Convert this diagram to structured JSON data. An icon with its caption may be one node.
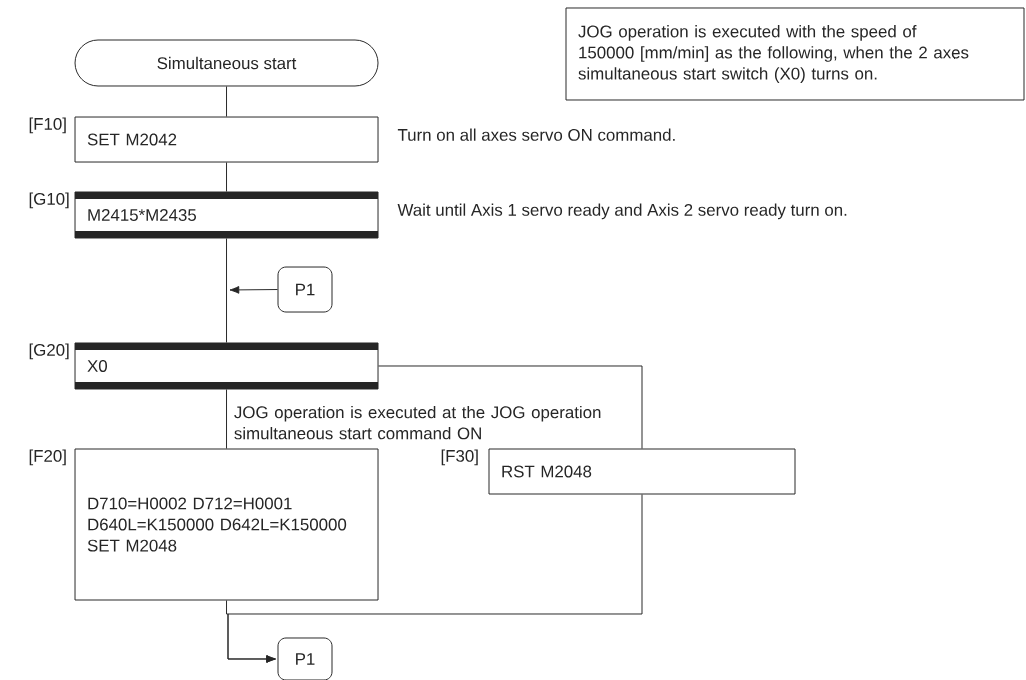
{
  "diagram": {
    "nodes": [
      {
        "text": [
          "JOG operation is executed with the speed of 150000 [mm/min] as the following, when the 2 axes simultaneous start switch (X0) turns on."
        ]
      },
      {
        "text": [
          "Simultaneous start"
        ]
      },
      {
        "text": [
          "SET M2042"
        ],
        "beside": [
          "[F10]",
          "Turn on all axes servo ON command."
        ]
      },
      {
        "text": [
          "M2415*M2435"
        ],
        "beside": [
          "[G10]",
          "Wait until Axis 1 servo ready and Axis 2 servo ready turn on."
        ]
      },
      {
        "text": [
          "P1"
        ]
      },
      {
        "text": [
          "X0"
        ],
        "beside": [
          "[G20]"
        ]
      },
      {
        "text": [
          "D710=H0002 D712=H0001 D640L=K150000 D642L=K150000 SET M2048"
        ],
        "beside": [
          "[F20]"
        ]
      },
      {
        "text": [
          "RST M2048"
        ],
        "beside": [
          "[F30]"
        ]
      },
      {
        "text": [
          "P1"
        ]
      }
    ],
    "edges": [
      {
        "from": 1,
        "to": 2,
        "arrow": "none"
      },
      {
        "from": 2,
        "to": 3,
        "arrow": "none"
      },
      {
        "from": 3,
        "to": 5,
        "arrow": "none"
      },
      {
        "from": 4,
        "to": null,
        "arrow": "to"
      },
      {
        "from": 5,
        "to": 6,
        "arrow": "none",
        "label": "JOG operation is executed at the JOG operation simultaneous start command ON"
      },
      {
        "from": 5,
        "to": 7,
        "arrow": "none"
      },
      {
        "from": 6,
        "to": 8,
        "arrow": "to"
      },
      {
        "from": 7,
        "to": 8,
        "arrow": "to"
      }
    ]
  }
}
